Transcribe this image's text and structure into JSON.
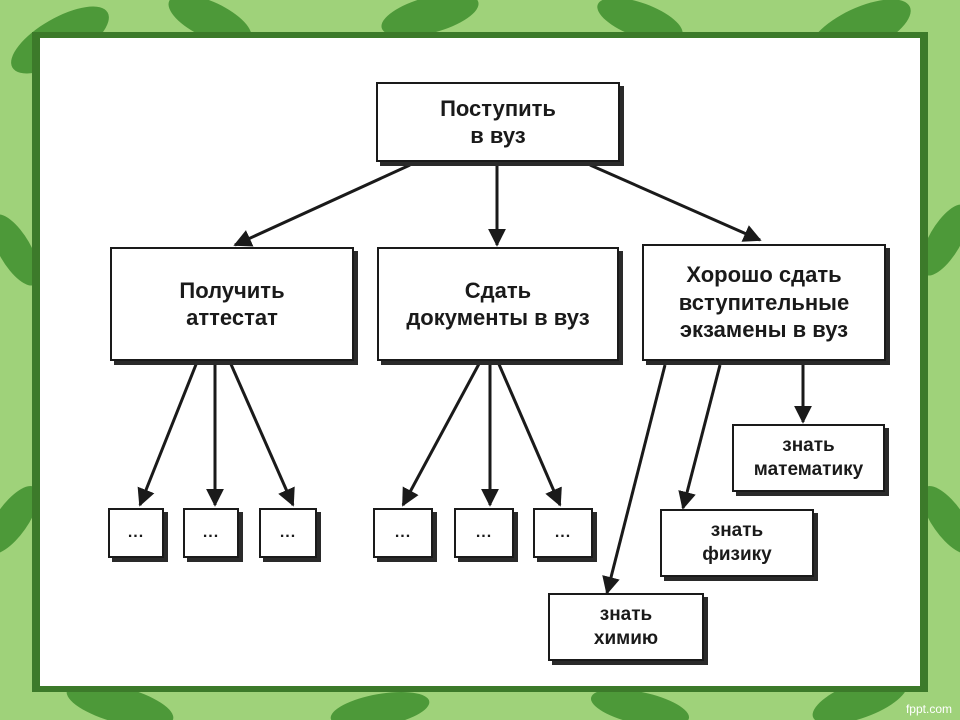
{
  "nodes": {
    "root": "Поступить\nв вуз",
    "certificate": "Получить\nаттестат",
    "documents": "Сдать\nдокументы в вуз",
    "exams": "Хорошо сдать\nвступительные\nэкзамены в вуз",
    "math": "знать\nматематику",
    "physics": "знать\nфизику",
    "chemistry": "знать\nхимию",
    "dots": "..."
  },
  "watermark": "fppt.com",
  "colors": {
    "background": "#9fd27a",
    "frame": "#3c7a2a",
    "box_border": "#1a1a1a",
    "leaf_decor": "#3f8f2e"
  },
  "icons": {
    "background_decor": "leaf-icon"
  }
}
